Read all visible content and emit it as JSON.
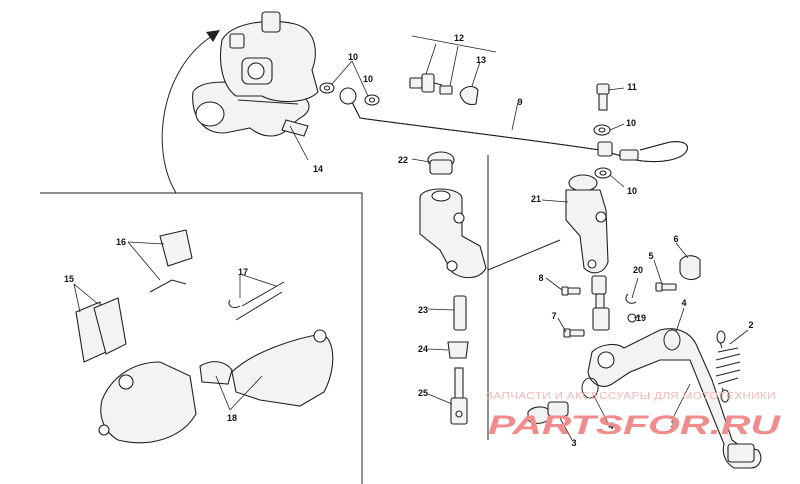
{
  "callouts": [
    {
      "text": "1"
    },
    {
      "text": "2"
    },
    {
      "text": "3"
    },
    {
      "text": "4"
    },
    {
      "text": "4"
    },
    {
      "text": "5"
    },
    {
      "text": "6"
    },
    {
      "text": "7"
    },
    {
      "text": "8"
    },
    {
      "text": "9"
    },
    {
      "text": "10"
    },
    {
      "text": "10"
    },
    {
      "text": "10"
    },
    {
      "text": "10"
    },
    {
      "text": "11"
    },
    {
      "text": "12"
    },
    {
      "text": "13"
    },
    {
      "text": "14"
    },
    {
      "text": "15"
    },
    {
      "text": "16"
    },
    {
      "text": "17"
    },
    {
      "text": "18"
    },
    {
      "text": "19"
    },
    {
      "text": "20"
    },
    {
      "text": "21"
    },
    {
      "text": "22"
    },
    {
      "text": "23"
    },
    {
      "text": "24"
    },
    {
      "text": "25"
    }
  ],
  "watermark": {
    "caption": "ЗАПЧАСТИ И АКСЕССУАРЫ ДЛЯ МОТОТЕХНИКИ",
    "brand": "PARTSFOR.RU",
    "color": "#f08c8c"
  },
  "colors": {
    "line": "#222222",
    "part_fill": "#f3f3f3",
    "background": "#ffffff"
  }
}
